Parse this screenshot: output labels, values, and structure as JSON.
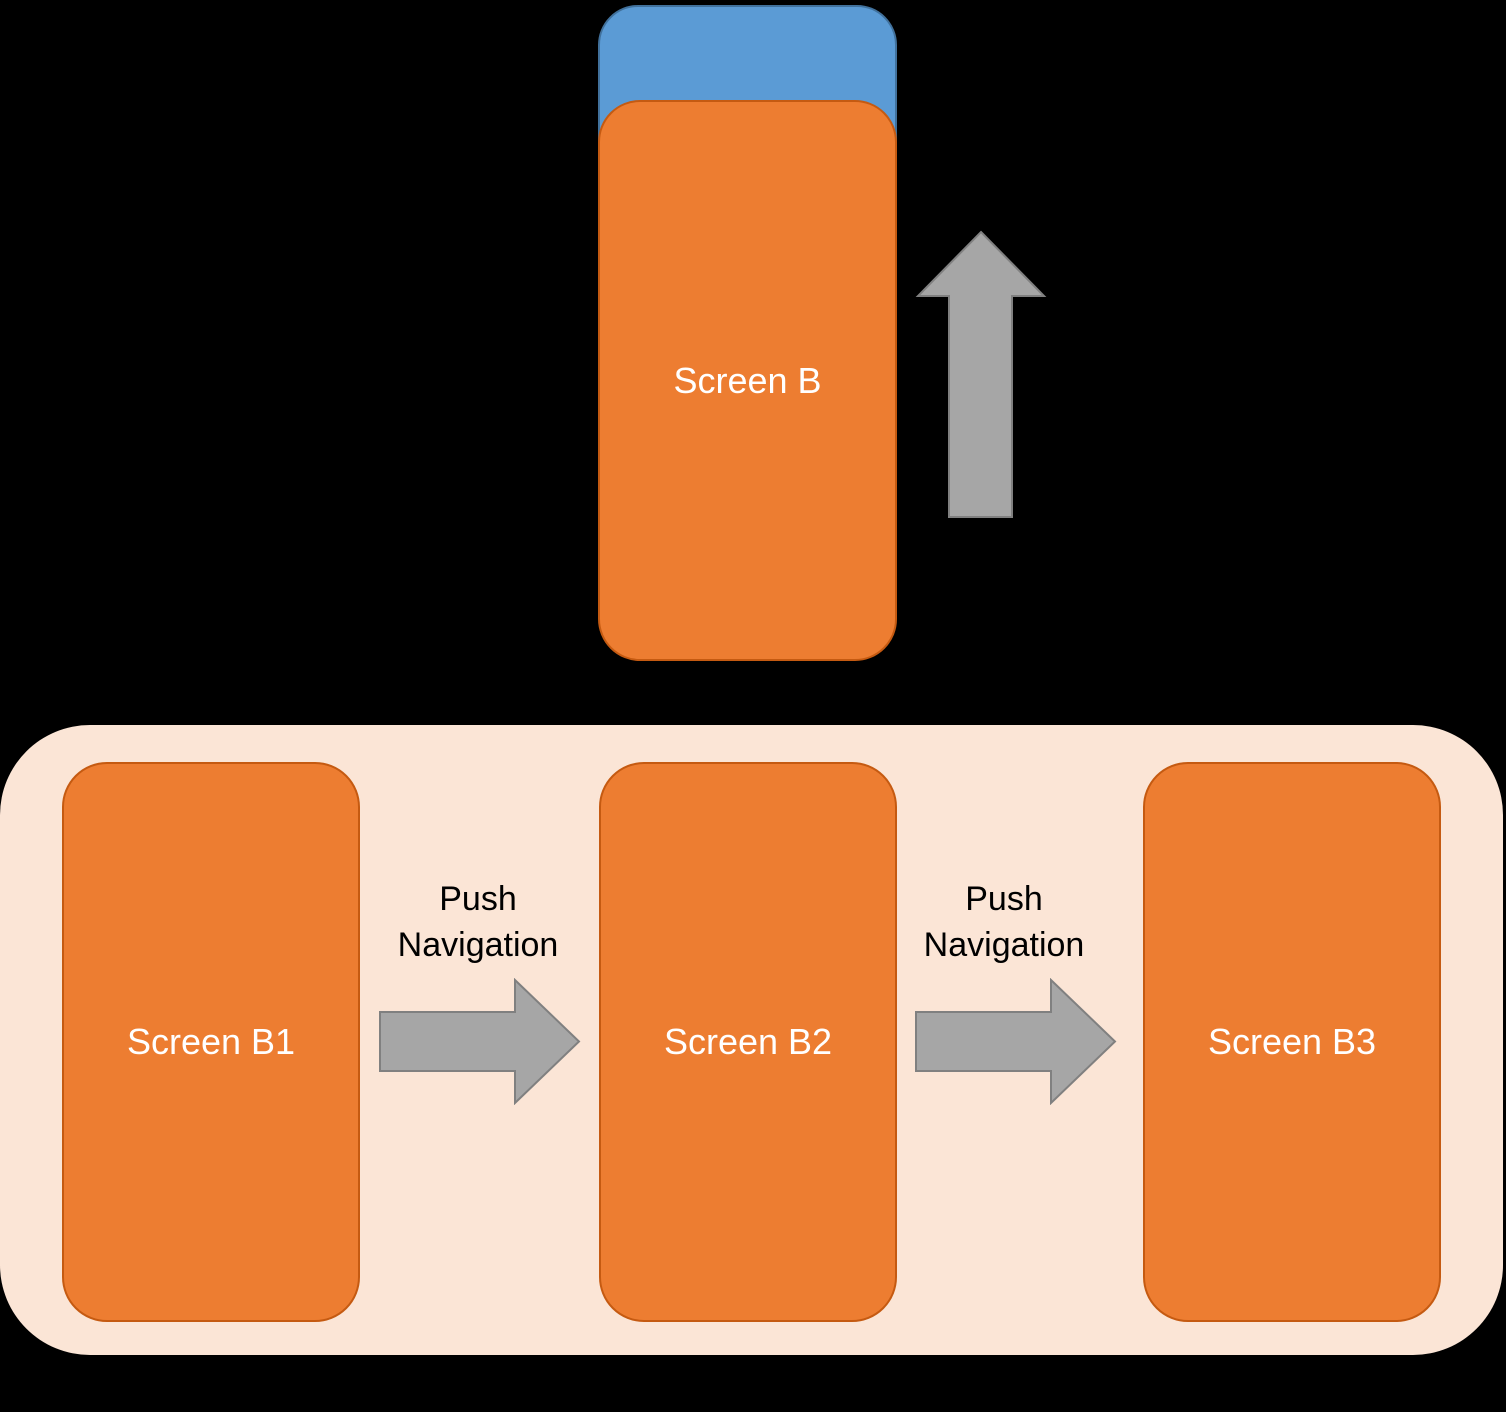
{
  "colors": {
    "page-background": "#000000",
    "screen-fill": "#ED7D31",
    "screen-border": "#C55A11",
    "back-card-fill": "#5B9BD5",
    "back-card-border": "#41719C",
    "container-fill": "#FBE5D6",
    "arrow-fill": "#A6A6A6",
    "arrow-border": "#808080",
    "screen-label-color": "#FFFFFF",
    "caption-color": "#000000"
  },
  "modal_stack": {
    "screen_label": "Screen B"
  },
  "push_stack": {
    "screens": [
      {
        "label": "Screen B1"
      },
      {
        "label": "Screen B2"
      },
      {
        "label": "Screen B3"
      }
    ],
    "transitions": [
      {
        "caption": "Push\nNavigation"
      },
      {
        "caption": "Push\nNavigation"
      }
    ]
  }
}
